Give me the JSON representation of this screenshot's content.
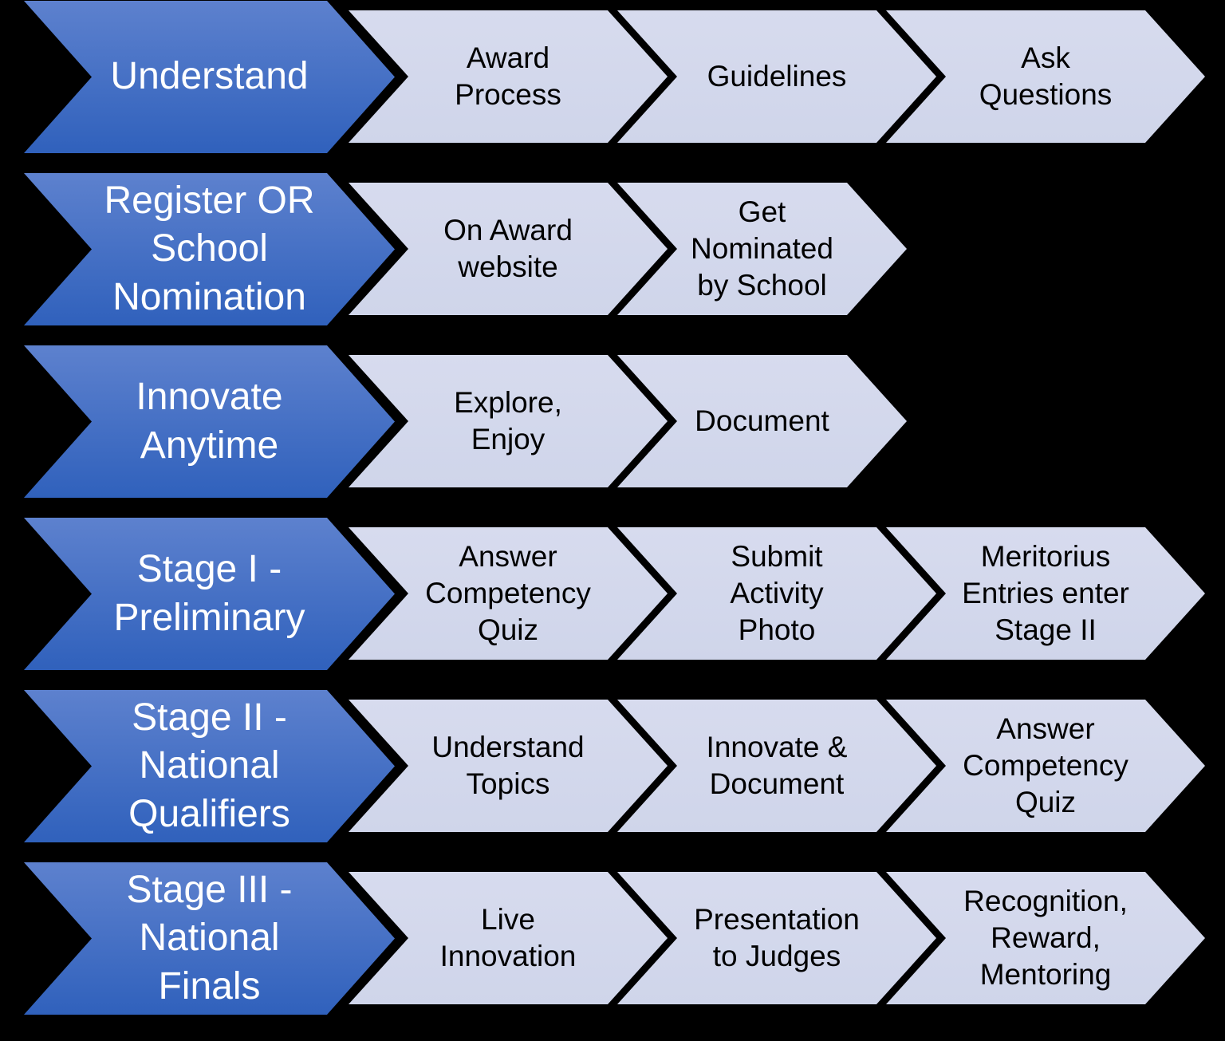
{
  "title": "Award process stages flow diagram",
  "colors": {
    "background": "#000000",
    "stage_gradient_top": "#5d81ce",
    "stage_gradient_bottom": "#3061bc",
    "stage_text": "#ffffff",
    "step_fill_top": "#d7dbee",
    "step_fill_bottom": "#cfd5ea",
    "step_text": "#000000"
  },
  "rows": [
    {
      "stage": {
        "label": "Understand"
      },
      "steps": [
        {
          "label": "Award\nProcess"
        },
        {
          "label": "Guidelines"
        },
        {
          "label": "Ask\nQuestions"
        }
      ]
    },
    {
      "stage": {
        "label": "Register OR\nSchool\nNomination"
      },
      "steps": [
        {
          "label": "On Award\nwebsite"
        },
        {
          "label": "Get\nNominated\nby School"
        }
      ]
    },
    {
      "stage": {
        "label": "Innovate\nAnytime"
      },
      "steps": [
        {
          "label": "Explore,\nEnjoy"
        },
        {
          "label": "Document"
        }
      ]
    },
    {
      "stage": {
        "label": "Stage I -\nPreliminary"
      },
      "steps": [
        {
          "label": "Answer\nCompetency\nQuiz"
        },
        {
          "label": "Submit\nActivity\nPhoto"
        },
        {
          "label": "Meritorius\nEntries enter\nStage II"
        }
      ]
    },
    {
      "stage": {
        "label": "Stage II -\nNational\nQualifiers"
      },
      "steps": [
        {
          "label": "Understand\nTopics"
        },
        {
          "label": "Innovate &\nDocument"
        },
        {
          "label": "Answer\nCompetency\nQuiz"
        }
      ]
    },
    {
      "stage": {
        "label": "Stage III -\nNational\nFinals"
      },
      "steps": [
        {
          "label": "Live\nInnovation"
        },
        {
          "label": "Presentation\nto Judges"
        },
        {
          "label": "Recognition,\nReward,\nMentoring"
        }
      ]
    }
  ]
}
